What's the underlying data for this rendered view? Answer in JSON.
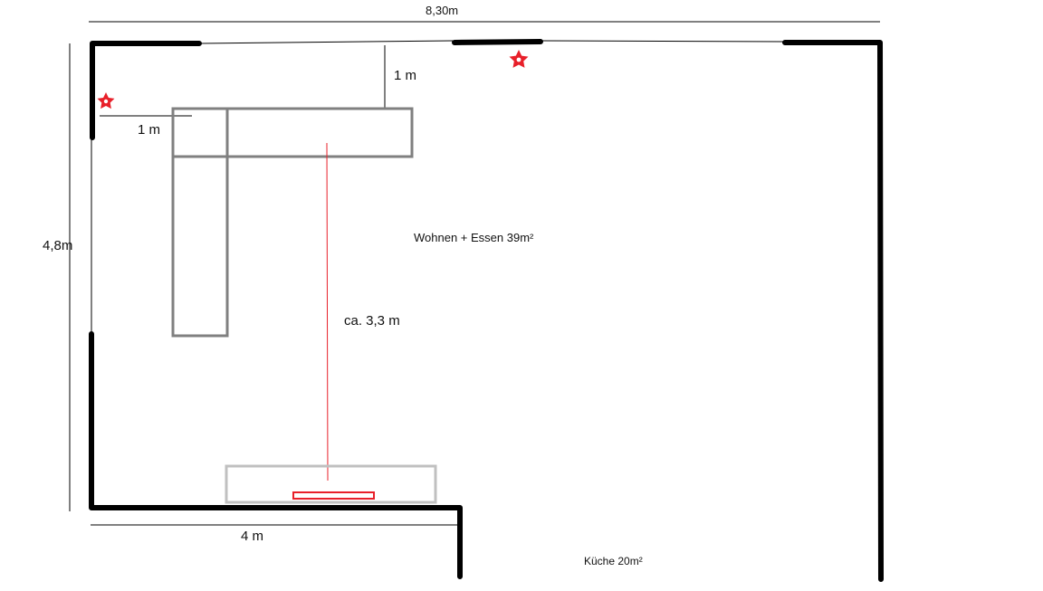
{
  "labels": {
    "total_width": "8,30m",
    "total_height": "4,8m",
    "top_offset": "1 m",
    "left_offset": "1 m",
    "tv_distance": "ca. 3,3 m",
    "bottom_width": "4 m",
    "living_area": "Wohnen + Essen 39m²",
    "kitchen_area": "Küche 20m²"
  },
  "colors": {
    "wall": "#000000",
    "sofa": "#808080",
    "tv_board": "#c0c0c0",
    "accent": "#e8202a",
    "dimension_line": "#000000"
  },
  "icons": {
    "speaker_left": "red-star-icon",
    "speaker_top": "red-star-icon"
  }
}
